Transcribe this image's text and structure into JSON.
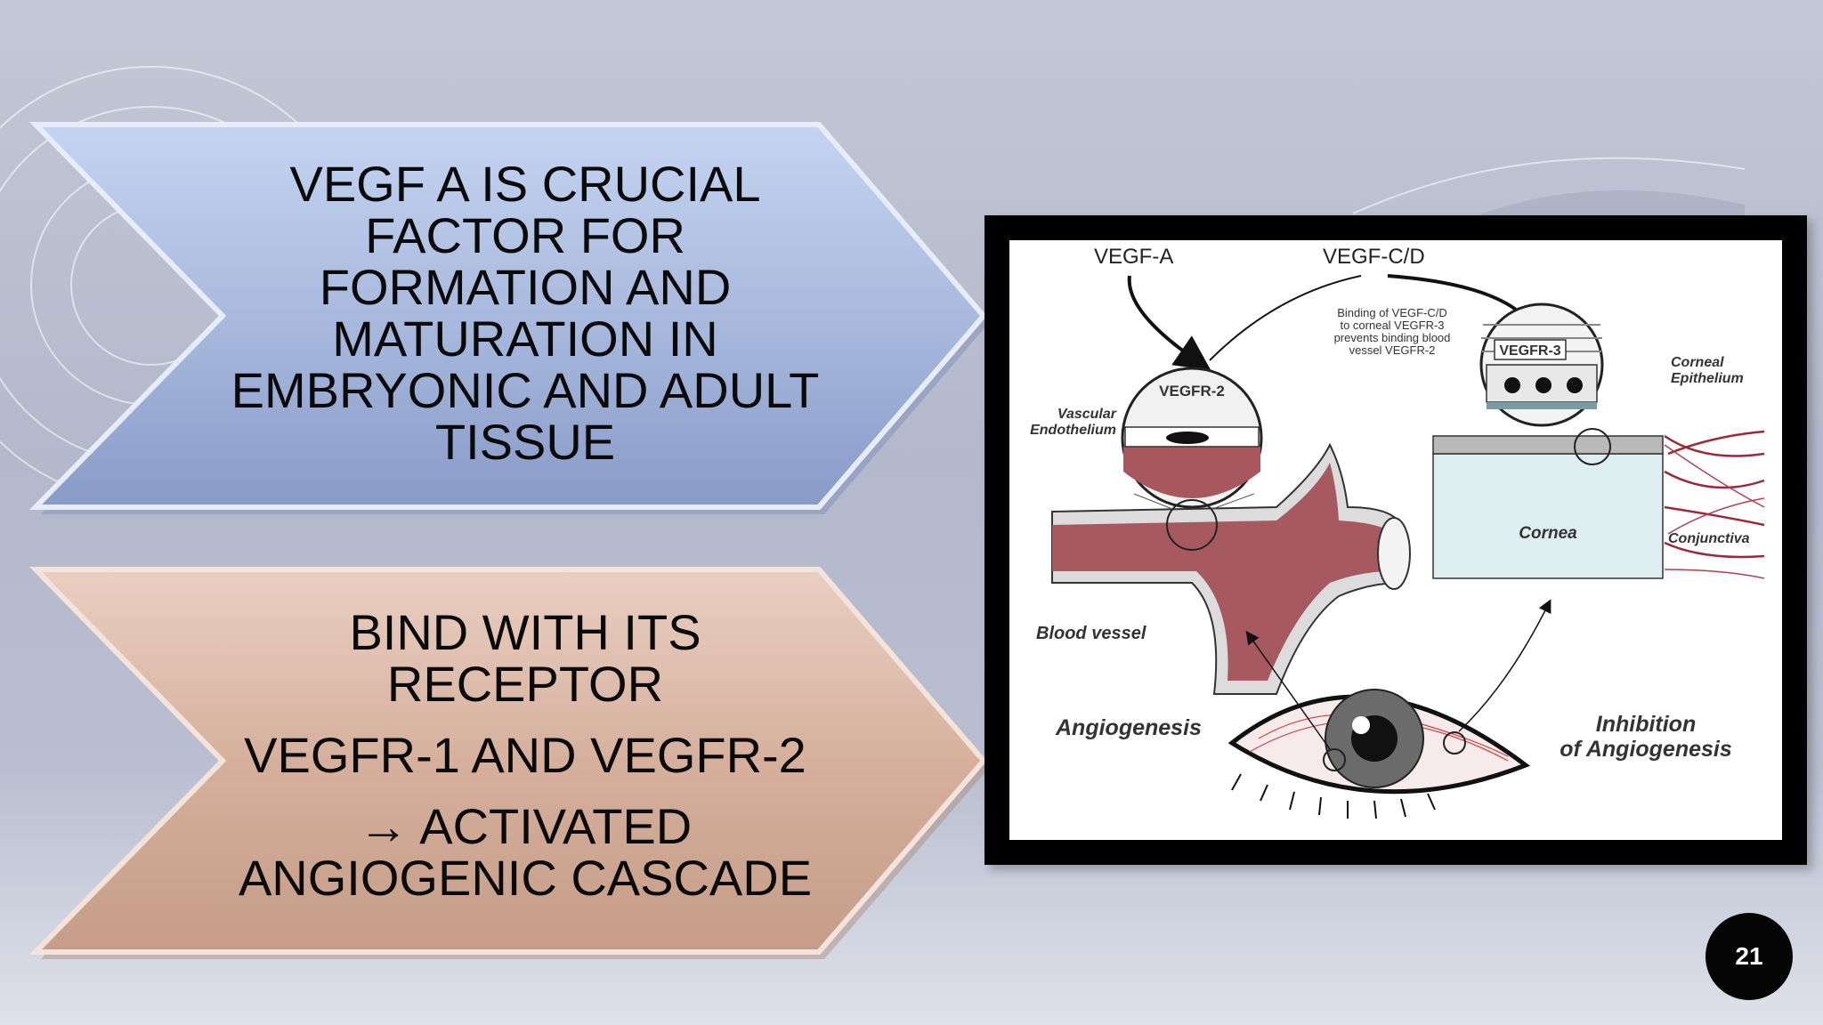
{
  "slide": {
    "page_number": "21",
    "colors": {
      "background": "#b8bdcc",
      "chevron_blue": "#a7b8dc",
      "chevron_tan": "#d9b5a3",
      "frame": "#000000",
      "badge": "#050505"
    }
  },
  "chevron_top": {
    "text": "VEGF A IS CRUCIAL FACTOR FOR FORMATION AND MATURATION IN EMBRYONIC AND ADULT TISSUE"
  },
  "chevron_bottom": {
    "line1": "BIND WITH ITS RECEPTOR",
    "line2": "VEGFR-1 AND VEGFR-2",
    "line3": "→ ACTIVATED ANGIOGENIC CASCADE"
  },
  "figure": {
    "label_vegfa": "VEGF-A",
    "label_vegfcd": "VEGF-C/D",
    "binding_note": [
      "Binding of VEGF-C/D",
      "to corneal VEGFR-3",
      "prevents binding blood",
      "vessel VEGFR-2"
    ],
    "label_vegfr2": "VEGFR-2",
    "label_vegfr3": "VEGFR-3",
    "label_vascular": [
      "Vascular",
      "Endothelium"
    ],
    "label_corneal_epi": [
      "Corneal",
      "Epithelium"
    ],
    "label_cornea": "Cornea",
    "label_conjunctiva": "Conjunctiva",
    "label_blood_vessel": "Blood vessel",
    "label_angiogenesis": "Angiogenesis",
    "label_inhibition": [
      "Inhibition",
      "of Angiogenesis"
    ]
  }
}
